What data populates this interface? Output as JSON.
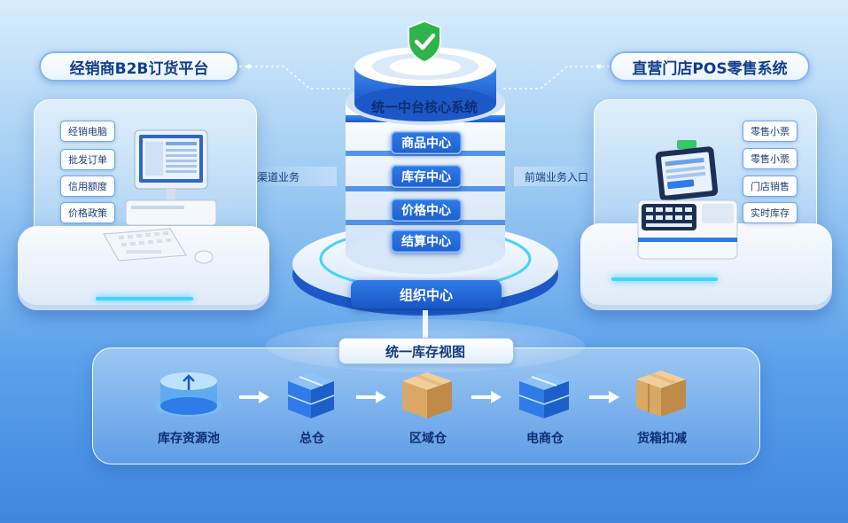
{
  "left_system": {
    "title": "经销商B2B订货平台",
    "items": [
      "经销电脑",
      "批发订单",
      "信用额度",
      "价格政策"
    ],
    "link_label": "渠道业务"
  },
  "right_system": {
    "title": "直营门店POS零售系统",
    "items": [
      "零售小票",
      "零售小票",
      "门店销售",
      "实时库存"
    ],
    "link_label": "前端业务入口"
  },
  "core": {
    "title": "统一中台核心系统",
    "modules": [
      "商品中心",
      "库存中心",
      "价格中心",
      "结算中心"
    ],
    "base_label": "组织中心"
  },
  "inventory_view": {
    "title": "统一库存视图",
    "steps": [
      "库存资源池",
      "总仓",
      "区域仓",
      "电商仓",
      "货箱扣减"
    ]
  },
  "colors": {
    "accent": "#1f5fcf",
    "glow": "#42d4ff",
    "shield": "#2fb34a"
  }
}
